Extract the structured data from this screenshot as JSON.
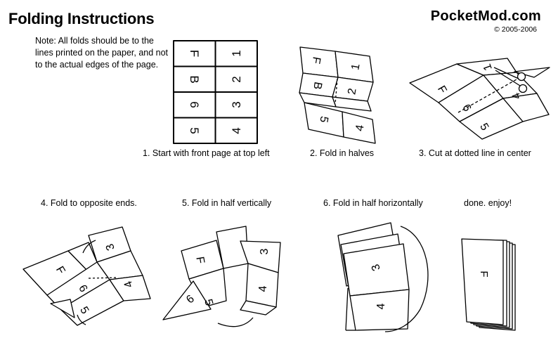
{
  "header": {
    "title": "Folding Instructions",
    "note": "Note: All folds should be to the lines printed on the paper, and not to the actual edges of the page.",
    "brand": "PocketMod.com",
    "copyright": "© 2005-2006"
  },
  "steps": [
    {
      "label": "1. Start with front page at top left"
    },
    {
      "label": "2. Fold in halves"
    },
    {
      "label": "3. Cut at dotted line in center"
    },
    {
      "label": "4. Fold to opposite ends."
    },
    {
      "label": "5. Fold in half vertically"
    },
    {
      "label": "6. Fold in half horizontally"
    },
    {
      "label": "done. enjoy!"
    }
  ],
  "page_labels": {
    "front": "F",
    "one": "1",
    "back": "B",
    "two": "2",
    "six": "6",
    "three": "3",
    "five": "5",
    "four": "4"
  }
}
